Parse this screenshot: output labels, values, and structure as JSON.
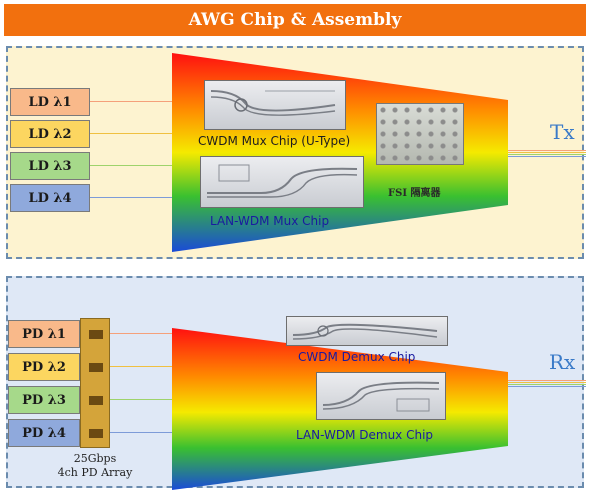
{
  "title": "AWG Chip & Assembly",
  "tx": {
    "lasers": [
      {
        "label": "LD  λ1"
      },
      {
        "label": "LD  λ2"
      },
      {
        "label": "LD  λ3"
      },
      {
        "label": "LD  λ4"
      }
    ],
    "chips": {
      "cwdm": "CWDM Mux Chip (U-Type)",
      "lan": "LAN-WDM Mux Chip",
      "fsi": "FSI 隔离器"
    },
    "port": "Tx"
  },
  "rx": {
    "detectors": [
      {
        "label": "PD  λ1"
      },
      {
        "label": "PD  λ2"
      },
      {
        "label": "PD  λ3"
      },
      {
        "label": "PD  λ4"
      }
    ],
    "pd_array_caption_1": "25Gbps",
    "pd_array_caption_2": "4ch PD Array",
    "chips": {
      "cwdm": "CWDM Demux Chip",
      "lan": "LAN-WDM Demux Chip"
    },
    "port": "Rx"
  },
  "colors": {
    "title_bg": "#f2700e",
    "tx_panel_bg": "#fdf3d0",
    "rx_panel_bg": "#dfe8f6",
    "port_text": "#3a7ac8"
  }
}
